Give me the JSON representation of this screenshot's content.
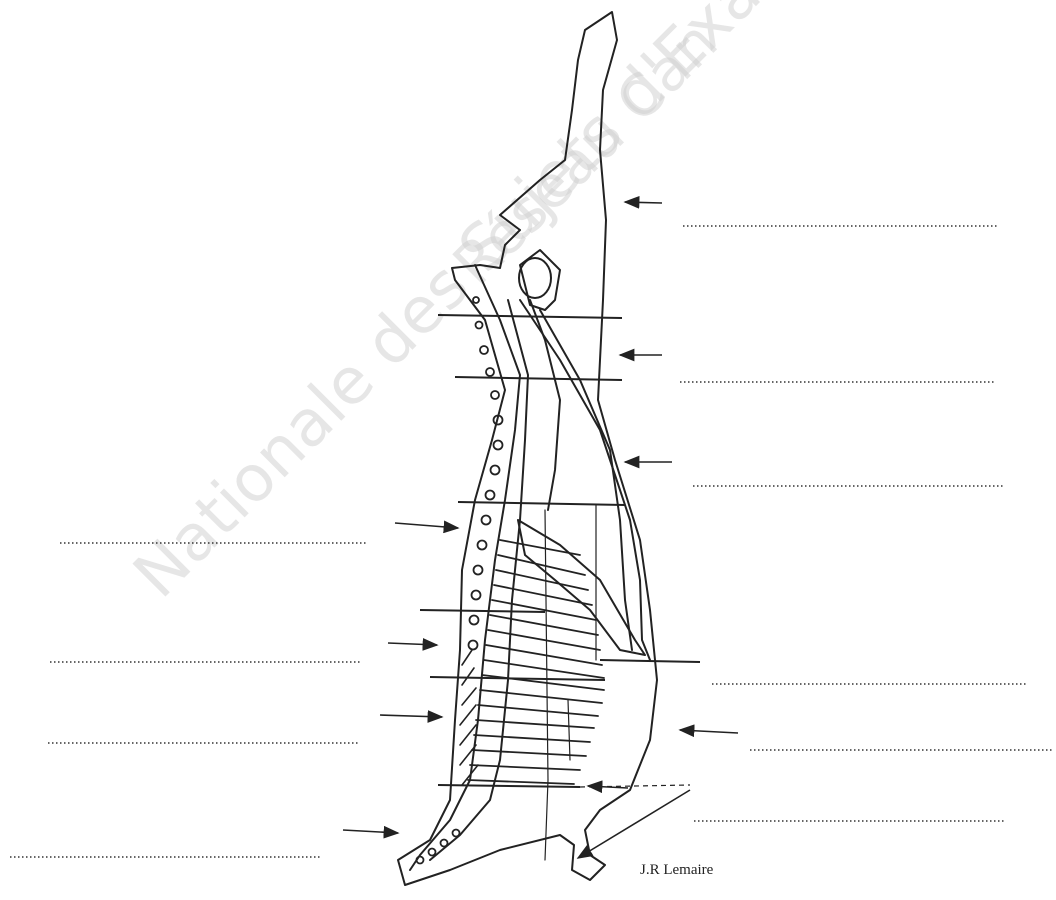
{
  "author_credit": "J.R Lemaire",
  "watermark_line1": "Nationale des Sujets d'Examen",
  "watermark_line2": "Réseau Can",
  "colors": {
    "ink": "#222222",
    "watermark": "#cfcfcf",
    "background": "#ffffff"
  }
}
